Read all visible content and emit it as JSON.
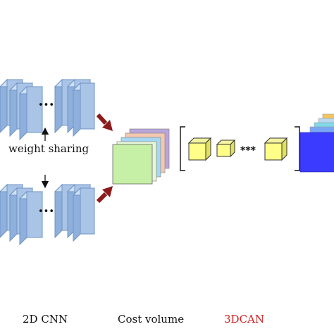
{
  "labels": {
    "weight_sharing": "weight sharing",
    "ellipsis_cnn_top": "•••",
    "ellipsis_cnn_bottom": "•••",
    "ellipsis_3dcan": "***"
  },
  "captions": {
    "cnn": "2D CNN",
    "cost_volume": "Cost volume",
    "3dcan": "3DCAN"
  },
  "colors": {
    "feature_map_fill": "#a9c4e6",
    "feature_map_edge": "#6f93c4",
    "arrow": "#8c1c1c",
    "cost_front": "#c6f0a6",
    "cost_layers": [
      "#b9a5dc",
      "#f4c8b0",
      "#a6d7f2",
      "#c6f0a6"
    ],
    "cube_fill": "#ffff88",
    "output_front": "#3b3bff",
    "output_layers": [
      "#f5c55a",
      "#b8d8f3",
      "#7fd9e8",
      "#7aa7f5"
    ],
    "caption_3dcan": "#d42020"
  }
}
